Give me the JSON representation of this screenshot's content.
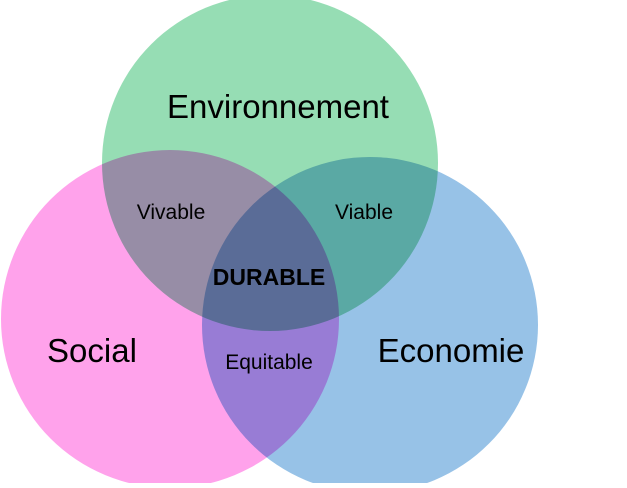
{
  "diagram": {
    "sets": {
      "environment": {
        "label": "Environnement",
        "color": "#7fd6a3"
      },
      "social": {
        "label": "Social",
        "color": "#ff8ee6"
      },
      "economy": {
        "label": "Economie",
        "color": "#80b5e2"
      }
    },
    "intersections": {
      "environment_social": "Vivable",
      "environment_economy": "Viable",
      "social_economy": "Equitable",
      "all": "DURABLE"
    }
  }
}
